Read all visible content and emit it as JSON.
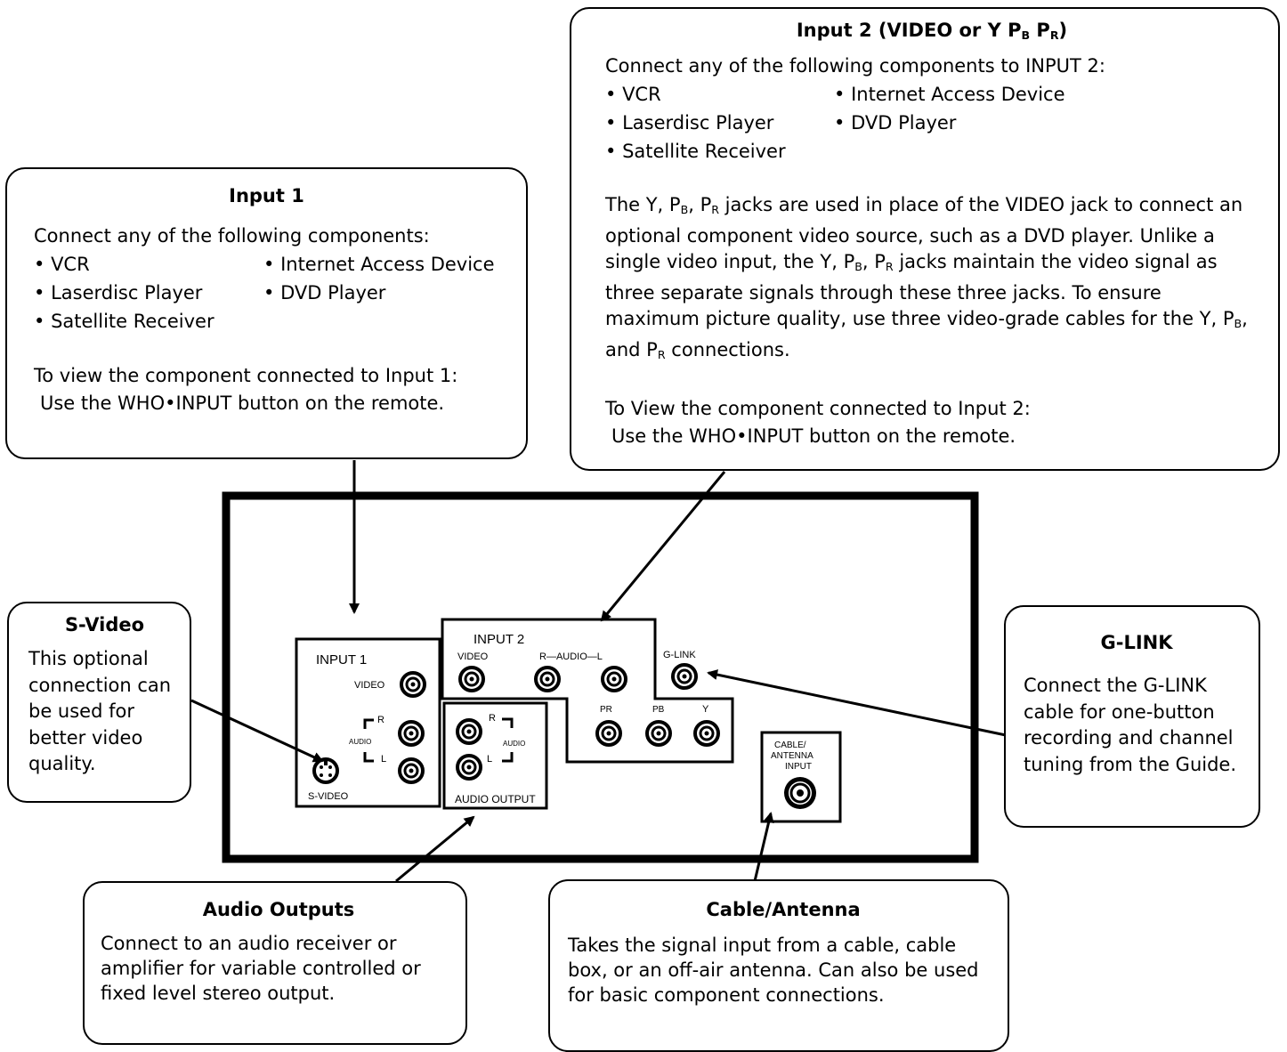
{
  "input1": {
    "title": "Input 1",
    "intro": "Connect any of the following components:",
    "components_col1": [
      "VCR",
      "Laserdisc Player",
      "Satellite Receiver"
    ],
    "components_col2": [
      "Internet Access Device",
      "DVD Player"
    ],
    "view_line1": "To view the component connected to Input 1:",
    "view_line2": "Use the WHO•INPUT button on the remote."
  },
  "input2": {
    "title_pre": "Input 2 (VIDEO or Y  P",
    "title_sub1": "B",
    "title_mid": "  P",
    "title_sub2": "R",
    "title_post": ")",
    "intro": "Connect any of the following components to INPUT 2:",
    "components_col1": [
      "VCR",
      "Laserdisc Player",
      "Satellite Receiver"
    ],
    "components_col2": [
      "Internet Access Device",
      "DVD Player"
    ],
    "body_a": "The Y, P",
    "body_b": ", P",
    "body_c": " jacks are used in place of the VIDEO jack to connect an optional component video source, such as a DVD player.  Unlike a single video input, the Y, P",
    "body_d": ", P",
    "body_e": " jacks maintain the video signal as three separate signals through these three jacks.  To ensure maximum picture quality, use three video-grade cables for the Y, P",
    "body_f": ", and P",
    "body_g": " connections.",
    "sub_b": "B",
    "sub_r": "R",
    "view_line1": "To View the component connected to Input 2:",
    "view_line2": "Use the WHO•INPUT button on the remote."
  },
  "svideo": {
    "title": "S-Video",
    "text": "This optional connection can be used for better video quality."
  },
  "glink": {
    "title": "G-LINK",
    "text": "Connect the G-LINK cable for one-button recording and channel tuning from the Guide."
  },
  "audio_outputs": {
    "title": "Audio Outputs",
    "text": "Connect to an audio receiver or amplifier for variable controlled or fixed level stereo output."
  },
  "cable_antenna": {
    "title": "Cable/Antenna",
    "text": "Takes the signal input from a cable, cable box, or an off-air antenna. Can also be used for basic component connections."
  },
  "panel": {
    "input1_label": "INPUT 1",
    "video_label": "VIDEO",
    "audio_label": "AUDIO",
    "r_label": "R",
    "l_label": "L",
    "svideo_label": "S-VIDEO",
    "input2_label": "INPUT 2",
    "input2_video_label": "VIDEO",
    "input2_audio_label": "R—AUDIO—L",
    "glink_label": "G-LINK",
    "pr_label": "PR",
    "pb_label": "PB",
    "y_label": "Y",
    "audio_out_r": "R",
    "audio_out_l": "L",
    "audio_out_audio": "AUDIO",
    "audio_output_label": "AUDIO OUTPUT",
    "cable_line1": "CABLE/",
    "cable_line2": "ANTENNA",
    "cable_line3": "INPUT"
  }
}
